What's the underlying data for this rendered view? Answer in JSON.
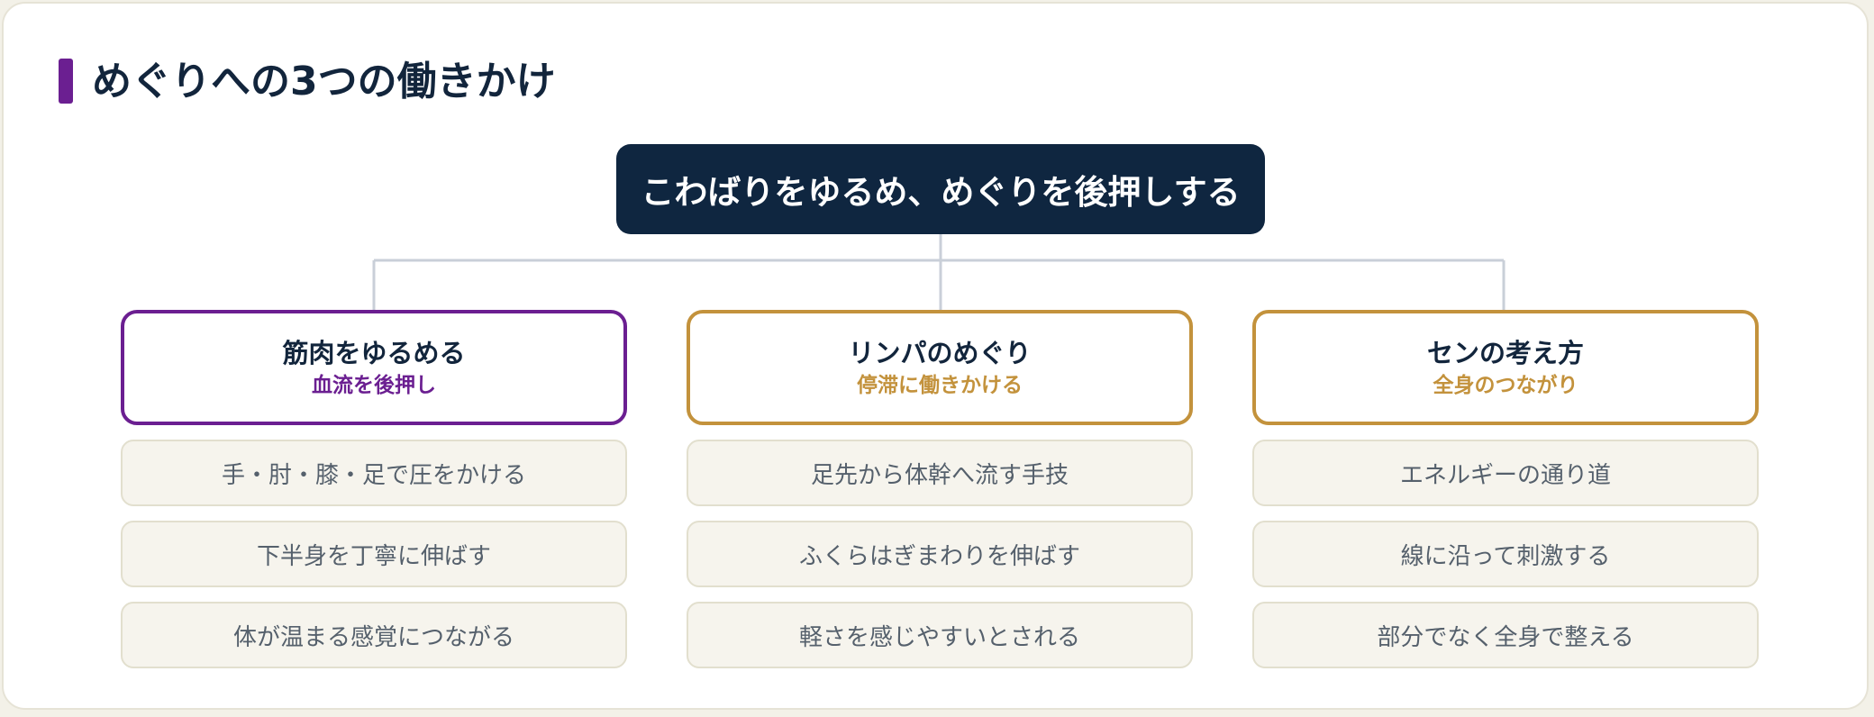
{
  "colors": {
    "navy": "#0f2640",
    "purple": "#6b1f91",
    "gold": "#c3923c",
    "connector": "#c9cfd8"
  },
  "title": "めぐりへの3つの働きかけ",
  "root": "こわばりをゆるめ、めぐりを後押しする",
  "columns": [
    {
      "title": "筋肉をゆるめる",
      "subtitle": "血流を後押し",
      "accent": "#6b1f91",
      "items": [
        "手・肘・膝・足で圧をかける",
        "下半身を丁寧に伸ばす",
        "体が温まる感覚につながる"
      ]
    },
    {
      "title": "リンパのめぐり",
      "subtitle": "停滞に働きかける",
      "accent": "#c3923c",
      "items": [
        "足先から体幹へ流す手技",
        "ふくらはぎまわりを伸ばす",
        "軽さを感じやすいとされる"
      ]
    },
    {
      "title": "センの考え方",
      "subtitle": "全身のつながり",
      "accent": "#c3923c",
      "items": [
        "エネルギーの通り道",
        "線に沿って刺激する",
        "部分でなく全身で整える"
      ]
    }
  ]
}
